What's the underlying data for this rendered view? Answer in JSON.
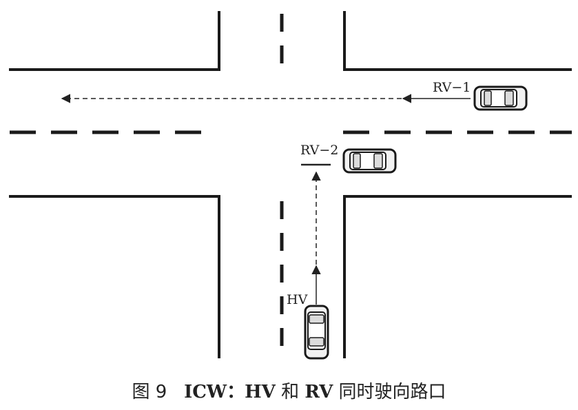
{
  "labels": {
    "rv1": "RV−1",
    "rv2": "RV−2",
    "hv": "HV"
  },
  "caption": {
    "figure": "图 9",
    "bold_lead": "ICW：HV",
    "connector": "和",
    "bold_rv": "RV",
    "tail": "同时驶向路口"
  }
}
